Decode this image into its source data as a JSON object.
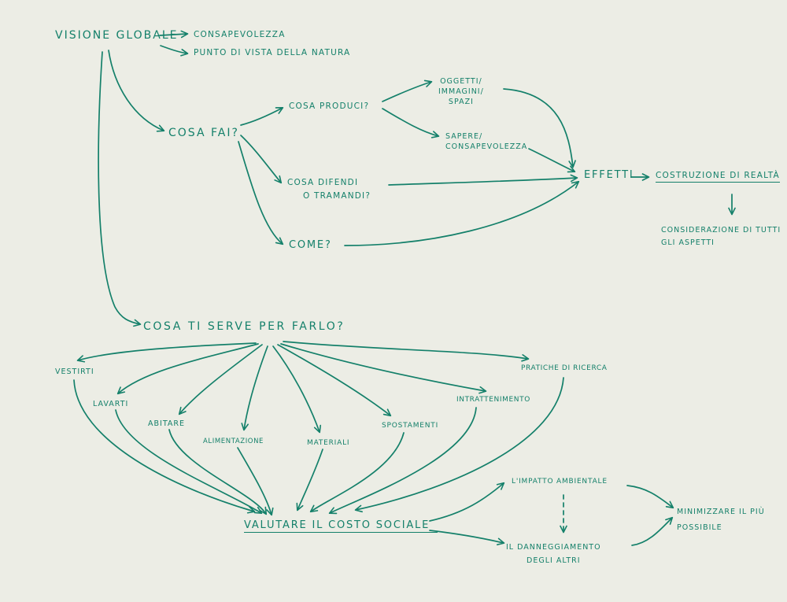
{
  "diagram": {
    "ink_color": "#14806a",
    "paper_color": "#ecede5",
    "nodes": {
      "visione_globale": "VISIONE GLOBALE",
      "consapevolezza": "CONSAPEVOLEZZA",
      "punto_di_vista": "PUNTO DI VISTA DELLA NATURA",
      "cosa_fai": "COSA FAI?",
      "cosa_produci": "COSA PRODUCI?",
      "oggetti": [
        "OGGETTI/",
        "IMMAGINI/",
        "SPAZI"
      ],
      "sapere": [
        "SAPERE/",
        "CONSAPEVOLEZZA"
      ],
      "cosa_difendi": [
        "COSA DIFENDI",
        "O TRAMANDI?"
      ],
      "come": "COME?",
      "effetti": "EFFETTI",
      "costruzione": "COSTRUZIONE DI REALTÀ",
      "considerazione": [
        "CONSIDERAZIONE DI TUTTI",
        "GLI ASPETTI"
      ],
      "cosa_ti_serve": "COSA TI SERVE PER FARLO?",
      "vestirti": "VESTIRTI",
      "lavarti": "LAVARTI",
      "abitare": "ABITARE",
      "alimentazione": "ALIMENTAZIONE",
      "materiali": "MATERIALI",
      "spostamenti": "SPOSTAMENTI",
      "intrattenimento": "INTRATTENIMENTO",
      "pratiche_di_ricerca": "PRATICHE DI RICERCA",
      "valutare": "VALUTARE IL COSTO SOCIALE",
      "impatto": "L'IMPATTO AMBIENTALE",
      "danneggiamento": [
        "IL DANNEGGIAMENTO",
        "DEGLI ALTRI"
      ],
      "minimizzare": [
        "MINIMIZZARE IL PIÙ",
        "POSSIBILE"
      ]
    }
  }
}
